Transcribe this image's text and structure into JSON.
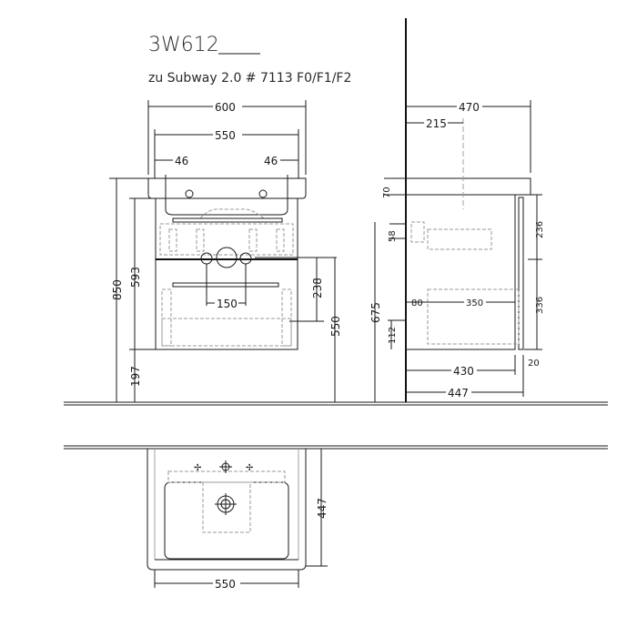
{
  "title": {
    "model": "3W612",
    "subtitle": "zu Subway 2.0 # 7113 F0/F1/F2"
  },
  "front_view": {
    "dims": {
      "overall_width": "600",
      "inner_width": "550",
      "left_offset": "46",
      "right_offset": "46",
      "total_height": "850",
      "cabinet_height": "593",
      "floor_clearance": "197",
      "siphon_spacing": "150",
      "drawer_height": "238",
      "drain_height": "550"
    }
  },
  "side_view": {
    "dims": {
      "depth_basin": "470",
      "center_to_wall": "215",
      "top_thickness": "70",
      "upper_gap": "58",
      "total_height": "675",
      "upper_drawer": "236",
      "lower_drawer": "336",
      "lower_gap": "112",
      "offset_front": "80",
      "drawer_depth": "350",
      "cabinet_depth": "430",
      "overall_depth": "447",
      "front_thickness": "20"
    }
  },
  "top_view": {
    "dims": {
      "width": "550",
      "depth": "447"
    }
  }
}
